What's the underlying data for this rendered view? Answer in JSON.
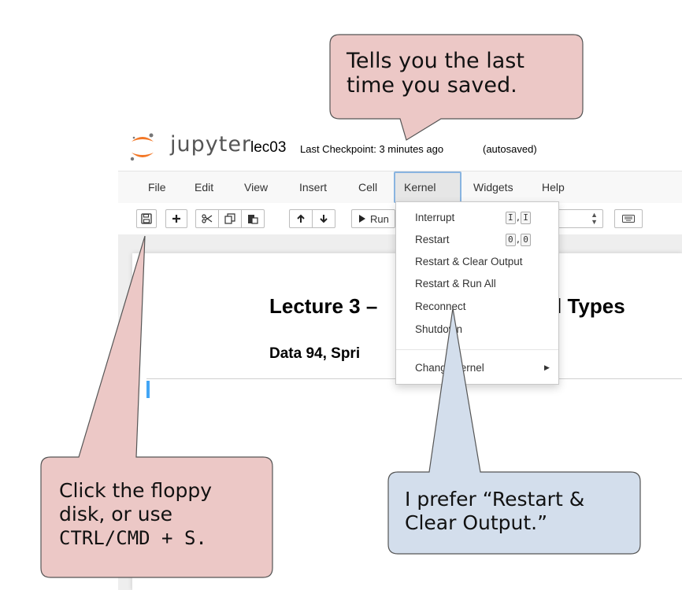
{
  "header": {
    "logo_text": "jupyter",
    "notebook_name": "lec03",
    "checkpoint": "Last Checkpoint: 3 minutes ago",
    "autosave_status": "(autosaved)"
  },
  "menubar": {
    "items": [
      "File",
      "Edit",
      "View",
      "Insert",
      "Cell",
      "Kernel",
      "Widgets",
      "Help"
    ],
    "active": "Kernel"
  },
  "toolbar": {
    "run_label": "Run"
  },
  "kernel_menu": {
    "items": [
      {
        "label": "Interrupt",
        "shortcut": [
          "I",
          "I"
        ]
      },
      {
        "label": "Restart",
        "shortcut": [
          "0",
          "0"
        ]
      },
      {
        "label": "Restart & Clear Output"
      },
      {
        "label": "Restart & Run All"
      },
      {
        "label": "Reconnect"
      },
      {
        "label": "Shutdown"
      },
      {
        "label": "Change kernel",
        "submenu": true
      }
    ]
  },
  "notebook": {
    "title_visible": "Lecture 3 –",
    "title_tail": "l Types",
    "subtitle_visible": "Data 94, Spri"
  },
  "callouts": {
    "checkpoint_tip": {
      "lines": [
        "Tells you the last",
        "time you saved."
      ]
    },
    "save_tip": {
      "lines": [
        "Click the floppy",
        "disk, or use",
        "CTRL/CMD + S."
      ]
    },
    "kernel_tip": {
      "lines": [
        "I prefer “Restart &",
        "Clear Output.”"
      ]
    }
  },
  "colors": {
    "pink_callout": "#ecc8c6",
    "blue_callout": "#d3deec",
    "logo_orange": "#f37726",
    "active_menu_border": "#89b4e0"
  }
}
